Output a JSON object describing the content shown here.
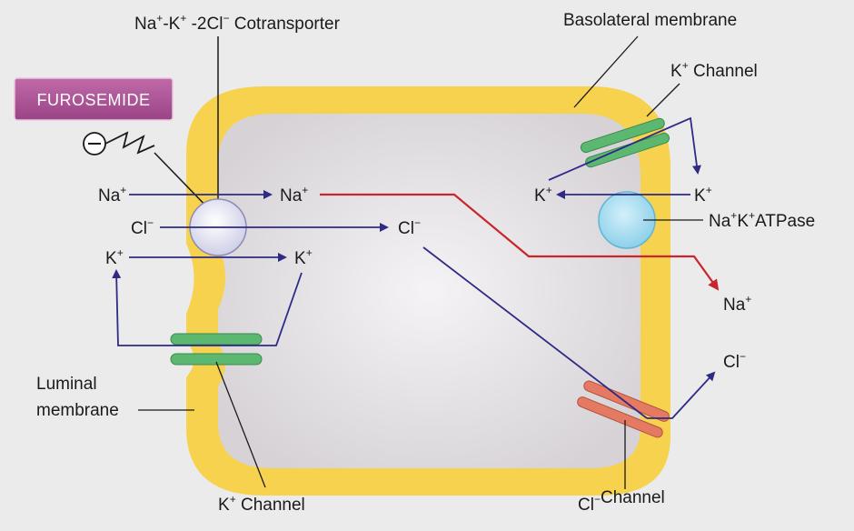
{
  "labels": {
    "cotransporter": "Na⁺-K⁺ -2Cl̅ Cotransporter",
    "basolateral_membrane": "Basolateral membrane",
    "k_channel_top": "K",
    "k_channel_top_suffix": "Channel",
    "drug": "FUROSEMIDE",
    "inhibit_symbol": "−",
    "na_in_left": "Na",
    "na_in_mid": "Na",
    "cl_left": "Cl",
    "cl_mid": "Cl",
    "k_left": "K",
    "k_mid": "K",
    "k_pump_left": "K",
    "k_pump_right": "K",
    "pump": "Na⁺K⁺ATPase",
    "na_out": "Na",
    "cl_out": "Cl",
    "luminal_membrane_1": "Luminal",
    "luminal_membrane_2": "membrane",
    "k_channel_bottom": "K",
    "k_channel_bottom_suffix": "Channel",
    "cl_channel": "Cl",
    "cl_channel_suffix": "Channel"
  },
  "colors": {
    "background": "#ebebeb",
    "membrane": "#f7d24e",
    "cell_interior": "#e2dfe2",
    "arrow_blue": "#2e2a86",
    "arrow_red": "#c8252c",
    "k_channel": "#5cb870",
    "cl_channel": "#e47a62",
    "pump": "#a9dcef",
    "cotransporter": "#eeeef8",
    "drug_box": "#b0559a"
  }
}
